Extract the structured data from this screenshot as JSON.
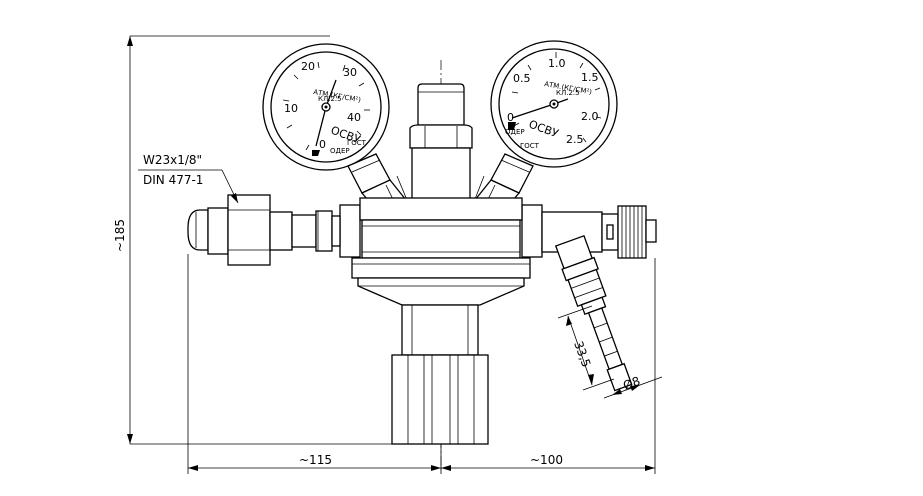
{
  "labels": {
    "thread": "W23x1/8\"",
    "standard": "DIN 477-1",
    "dim_height": "~185",
    "dim_left": "~115",
    "dim_right": "~100",
    "dim_hose_length": "33,5",
    "dim_hose_dia": "Ø8"
  },
  "gauge_left": {
    "scale": [
      "0",
      "10",
      "20",
      "30",
      "40"
    ],
    "unit": "АТМ.(КГ/СМ²)",
    "unit_sub": "КЛ.2.5",
    "code": "ОСВУ",
    "footer_a": "ОДЕР",
    "footer_b": "ГОСТ"
  },
  "gauge_right": {
    "scale": [
      "0",
      "0.5",
      "1.0",
      "1.5",
      "2.0",
      "2.5"
    ],
    "unit": "АТМ.(КГ/СМ²)",
    "unit_sub": "КЛ.2.5",
    "code": "ОСВУ",
    "footer_a": "ОДЕР",
    "footer_b": "ГОСТ"
  }
}
